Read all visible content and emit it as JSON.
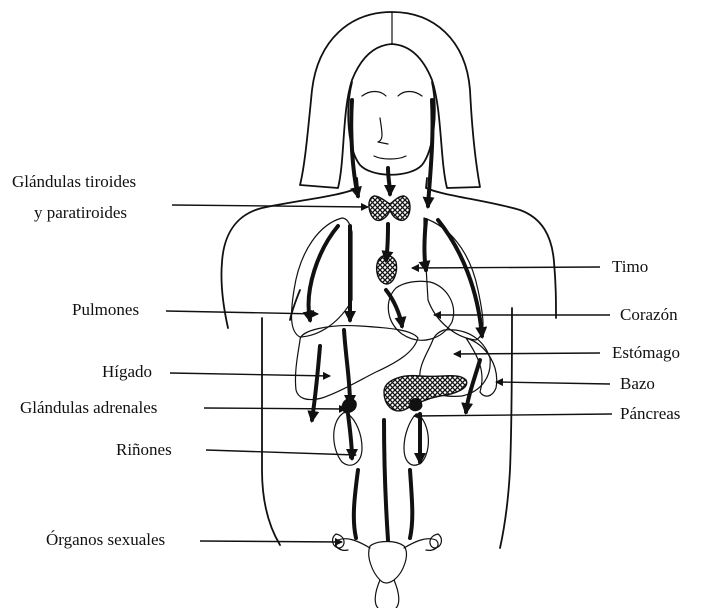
{
  "labels": {
    "tiroides_line1": "Glándulas tiroides",
    "tiroides_line2": "y paratiroides",
    "pulmones": "Pulmones",
    "higado": "Hígado",
    "adrenales": "Glándulas adrenales",
    "rinones": "Riñones",
    "sexuales": "Órganos sexuales",
    "timo": "Timo",
    "corazon": "Corazón",
    "estomago": "Estómago",
    "bazo": "Bazo",
    "pancreas": "Páncreas"
  }
}
